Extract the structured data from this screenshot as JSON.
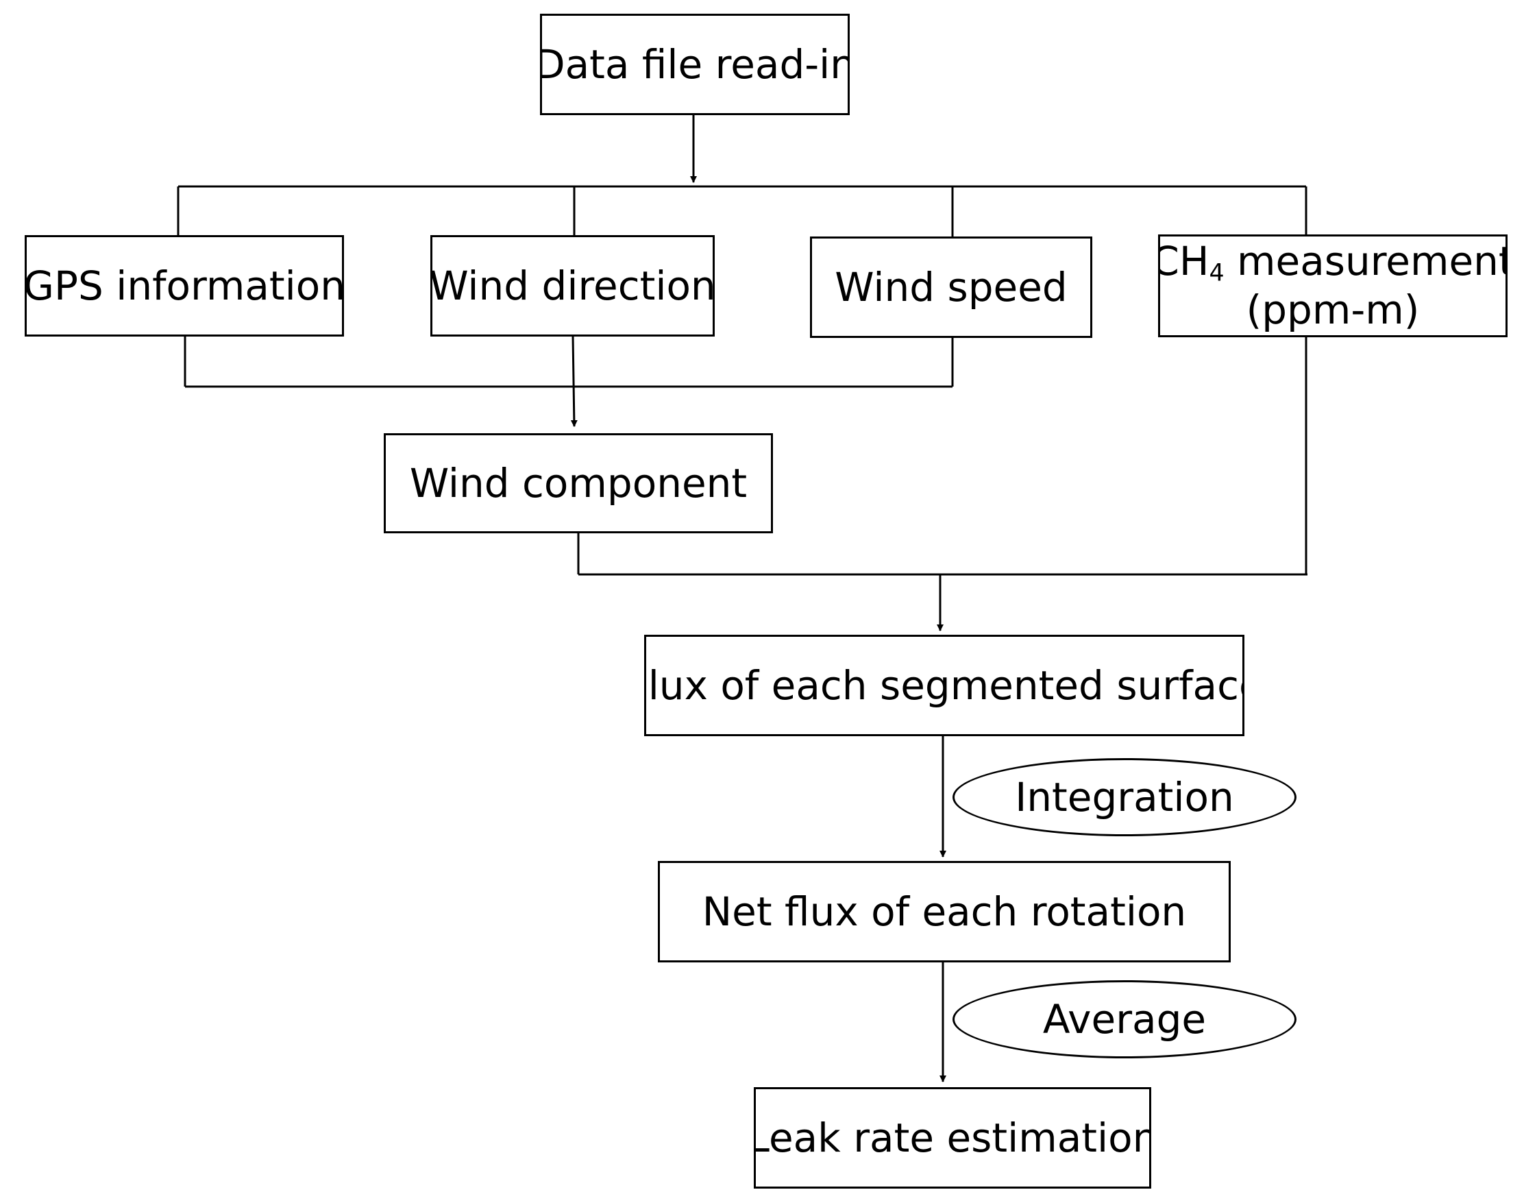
{
  "nodes": {
    "data_file": "Data file read-in",
    "gps": "GPS information",
    "wind_direction": "Wind direction",
    "wind_speed": "Wind speed",
    "ch4": {
      "prefix": "CH",
      "subscript": "4",
      "suffix": " measurement",
      "unit": "(ppm-m)"
    },
    "wind_component": "Wind component",
    "flux_segment": "Flux of each segmented surface",
    "net_flux": "Net flux of each rotation",
    "leak_rate": "Leak rate estimation"
  },
  "operations": {
    "integration": "Integration",
    "average": "Average"
  },
  "style": {
    "line_color": "#000000",
    "box_fill": "#ffffff"
  }
}
